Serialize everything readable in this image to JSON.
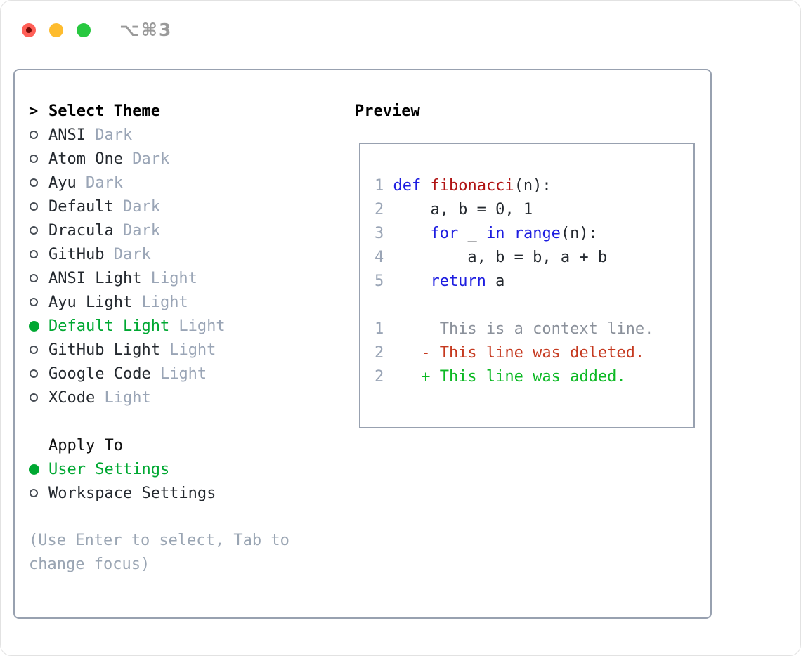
{
  "window": {
    "shortcut_label": "⌥⌘3",
    "traffic_lights": [
      "close",
      "minimize",
      "zoom"
    ]
  },
  "colors": {
    "text": "#24292f",
    "muted": "#9aa5b6",
    "accent-green": "#00a832",
    "keyword": "#1d1de0",
    "function": "#b01414",
    "deleted": "#c5391f",
    "added": "#0cb924",
    "context": "#8b919b",
    "border": "#98a1b0",
    "help": "#9aa5b3"
  },
  "theme_list": {
    "title_prefix": ">",
    "title": "Select Theme",
    "items": [
      {
        "label": "ANSI",
        "variant": "Dark",
        "selected": false
      },
      {
        "label": "Atom One",
        "variant": "Dark",
        "selected": false
      },
      {
        "label": "Ayu",
        "variant": "Dark",
        "selected": false
      },
      {
        "label": "Default",
        "variant": "Dark",
        "selected": false
      },
      {
        "label": "Dracula",
        "variant": "Dark",
        "selected": false
      },
      {
        "label": "GitHub",
        "variant": "Dark",
        "selected": false
      },
      {
        "label": "ANSI Light",
        "variant": "Light",
        "selected": false
      },
      {
        "label": "Ayu Light",
        "variant": "Light",
        "selected": false
      },
      {
        "label": "Default Light",
        "variant": "Light",
        "selected": true
      },
      {
        "label": "GitHub Light",
        "variant": "Light",
        "selected": false
      },
      {
        "label": "Google Code",
        "variant": "Light",
        "selected": false
      },
      {
        "label": "XCode",
        "variant": "Light",
        "selected": false
      }
    ]
  },
  "apply_to": {
    "title": "Apply To",
    "options": [
      {
        "label": "User Settings",
        "selected": true
      },
      {
        "label": "Workspace Settings",
        "selected": false
      }
    ]
  },
  "help_lines": [
    "(Use Enter to select, Tab to",
    "change focus)"
  ],
  "preview": {
    "title": "Preview",
    "code_lines": [
      {
        "num": "1",
        "segments": [
          {
            "text": "def",
            "style": "keyword"
          },
          {
            "text": " ",
            "style": "plain"
          },
          {
            "text": "fibonacci",
            "style": "function"
          },
          {
            "text": "(n):",
            "style": "plain"
          }
        ]
      },
      {
        "num": "2",
        "segments": [
          {
            "text": "    a, b = 0, 1",
            "style": "plain"
          }
        ]
      },
      {
        "num": "3",
        "segments": [
          {
            "text": "    ",
            "style": "plain"
          },
          {
            "text": "for",
            "style": "keyword"
          },
          {
            "text": " _ ",
            "style": "plain"
          },
          {
            "text": "in",
            "style": "keyword"
          },
          {
            "text": " ",
            "style": "plain"
          },
          {
            "text": "range",
            "style": "keyword"
          },
          {
            "text": "(n):",
            "style": "plain"
          }
        ]
      },
      {
        "num": "4",
        "segments": [
          {
            "text": "        a, b = b, a + b",
            "style": "plain"
          }
        ]
      },
      {
        "num": "5",
        "segments": [
          {
            "text": "    ",
            "style": "plain"
          },
          {
            "text": "return",
            "style": "keyword"
          },
          {
            "text": " a",
            "style": "plain"
          }
        ]
      }
    ],
    "diff_lines": [
      {
        "num": "1",
        "sign": "",
        "text": "This is a context line.",
        "kind": "context"
      },
      {
        "num": "2",
        "sign": "-",
        "text": "This line was deleted.",
        "kind": "deleted"
      },
      {
        "num": "2",
        "sign": "+",
        "text": "This line was added.",
        "kind": "added"
      }
    ]
  }
}
